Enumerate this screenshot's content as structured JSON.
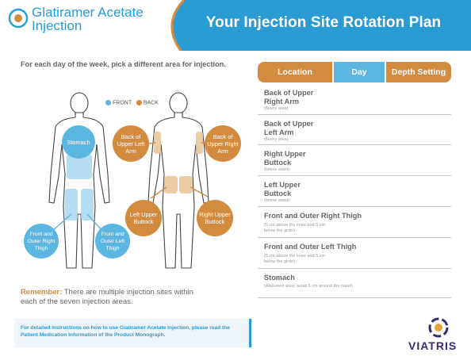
{
  "header": {
    "brand_line1": "Glatiramer Acetate",
    "brand_line2": "Injection",
    "title": "Your Injection Site Rotation Plan"
  },
  "instruction": "For each day of the week, pick a different area for injection.",
  "legend": {
    "front": "FRONT",
    "back": "BACK"
  },
  "front_sites": [
    {
      "label": "Stomach"
    },
    {
      "label": "Front and Outer Right Thigh"
    },
    {
      "label": "Front and Outer Left Thigh"
    }
  ],
  "back_sites": [
    {
      "label": "Back of Upper Left Arm"
    },
    {
      "label": "Back of Upper Right Arm"
    },
    {
      "label": "Left Upper Buttock"
    },
    {
      "label": "Right Upper Buttock"
    }
  ],
  "remember": {
    "label": "Remember:",
    "text": " There are multiple injection sites within each of the seven injection areas."
  },
  "info_note": "For detailed instructions on how to use Glatiramer Acetate Injection, please read the Patient Medication Information of the Product Monograph.",
  "table": {
    "headers": {
      "location": "Location",
      "day": "Day",
      "depth": "Depth Setting"
    },
    "rows": [
      {
        "location": "Back of Upper Right Arm",
        "note": "(fleshy area)"
      },
      {
        "location": "Back of Upper Left Arm",
        "note": "(fleshy area)"
      },
      {
        "location": "Right Upper Buttock",
        "note": "(below waist)"
      },
      {
        "location": "Left Upper Buttock",
        "note": "(below waist)"
      },
      {
        "location": "Front and Outer Right Thigh",
        "note": "(5 cm above the knee and 5 cm below the groin)"
      },
      {
        "location": "Front and Outer Left Thigh",
        "note": "(5 cm above the knee and 5 cm below the groin)"
      },
      {
        "location": "Stomach",
        "note": "(Abdomen area; avoid 5 cm around the navel)"
      }
    ]
  },
  "footer": {
    "company": "VIATRIS"
  },
  "colors": {
    "blue": "#2a9bd3",
    "light_blue": "#5bb6e2",
    "orange": "#d38b40",
    "navy": "#3b2a6e"
  }
}
